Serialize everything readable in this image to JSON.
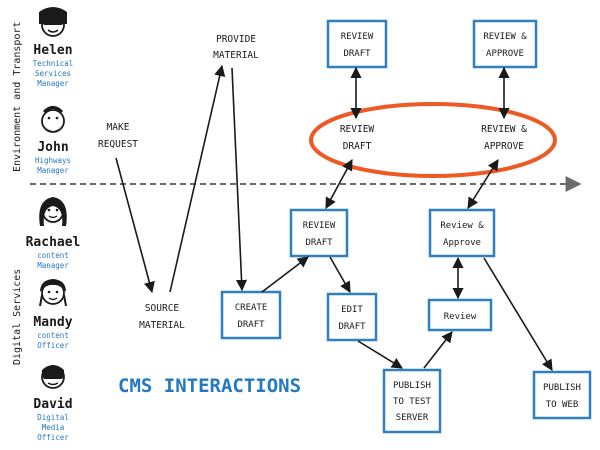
{
  "colors": {
    "ink": "#1a1a1a",
    "accent_blue": "#2479c2",
    "ellipse_orange": "#ee5a24",
    "box_blue": "#2f7fc1",
    "divider_gray": "#6a6a6a"
  },
  "sections": {
    "top": "Environment and Transport",
    "bottom": "Digital Services"
  },
  "people": [
    {
      "name": "Helen",
      "role_lines": [
        "Technical",
        "Services",
        "Manager"
      ]
    },
    {
      "name": "John",
      "role_lines": [
        "Highways",
        "Manager"
      ]
    },
    {
      "name": "Rachael",
      "role_lines": [
        "content",
        "Manager"
      ]
    },
    {
      "name": "Mandy",
      "role_lines": [
        "content",
        "Officer"
      ]
    },
    {
      "name": "David",
      "role_lines": [
        "Digital",
        "Media",
        "Officer"
      ]
    }
  ],
  "labels": {
    "make_request": [
      "MAKE",
      "REQUEST"
    ],
    "provide_material": [
      "PROVIDE",
      "MATERIAL"
    ],
    "source_material": [
      "SOURCE",
      "MATERIAL"
    ],
    "ellipse_review": [
      "REVIEW",
      "DRAFT"
    ],
    "ellipse_approve": [
      "REVIEW &",
      "APPROVE"
    ]
  },
  "boxes": {
    "top_review": [
      "REVIEW",
      "DRAFT"
    ],
    "top_approve": [
      "REVIEW &",
      "APPROVE"
    ],
    "mid_review": [
      "REVIEW",
      "DRAFT"
    ],
    "mid_approve": [
      "Review &",
      "Approve"
    ],
    "create_draft": [
      "CREATE",
      "DRAFT"
    ],
    "edit_draft": [
      "EDIT",
      "DRAFT"
    ],
    "review_small": [
      "Review"
    ],
    "publish_test": [
      "PUBLISH",
      "TO TEST",
      "SERVER"
    ],
    "publish_web": [
      "PUBLISH",
      "TO WEB"
    ]
  },
  "diagram_title": "CMS INTERACTIONS"
}
